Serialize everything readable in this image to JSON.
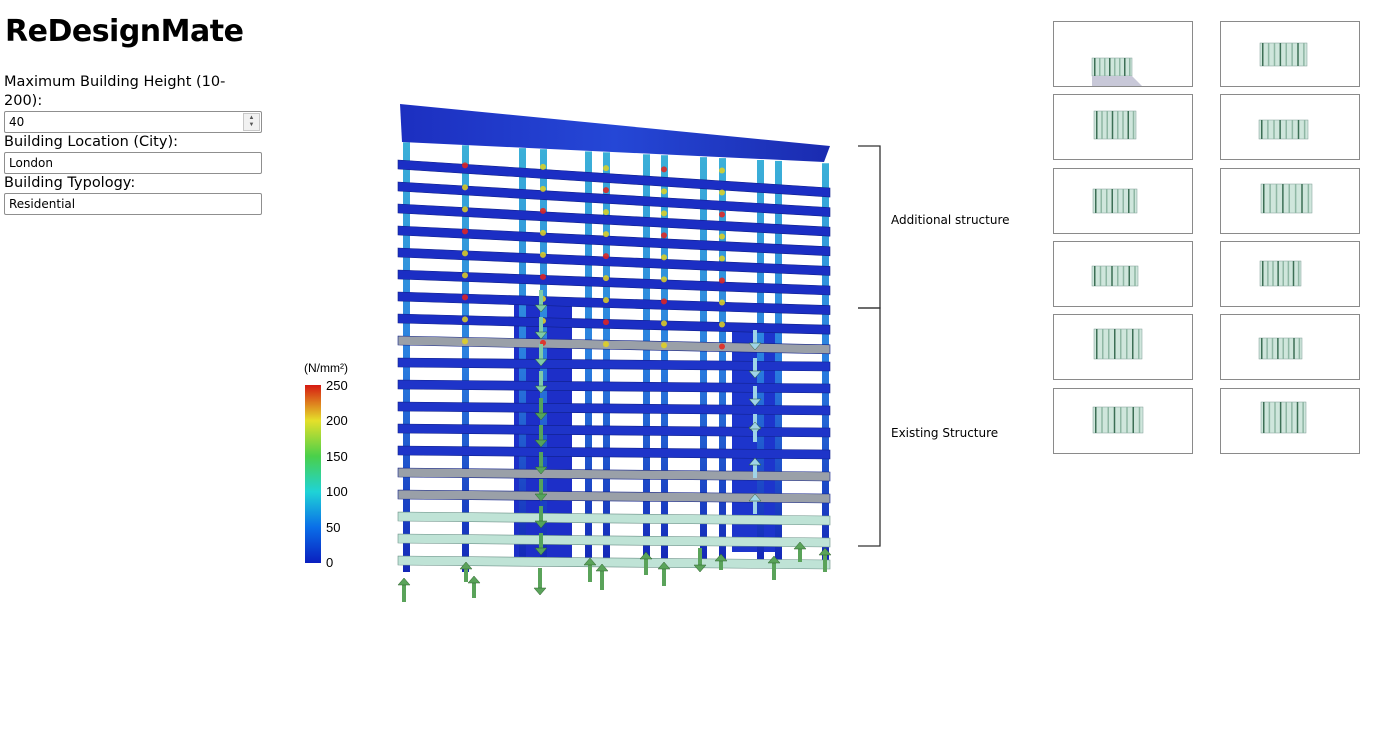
{
  "app": {
    "title": "ReDesignMate"
  },
  "form": {
    "height_label": "Maximum Building Height (10-200):",
    "height_value": "40",
    "location_label": "Building Location (City):",
    "location_value": "London",
    "typology_label": "Building Typology:",
    "typology_value": "Residential"
  },
  "figure": {
    "colorbar_unit": "(N/mm²)",
    "colorbar_ticks": [
      "250",
      "200",
      "150",
      "100",
      "50",
      "0"
    ],
    "label_additional": "Additional structure",
    "label_existing": "Existing Structure"
  },
  "thumbnails": {
    "count": 12,
    "icon": "building-render-icon"
  }
}
